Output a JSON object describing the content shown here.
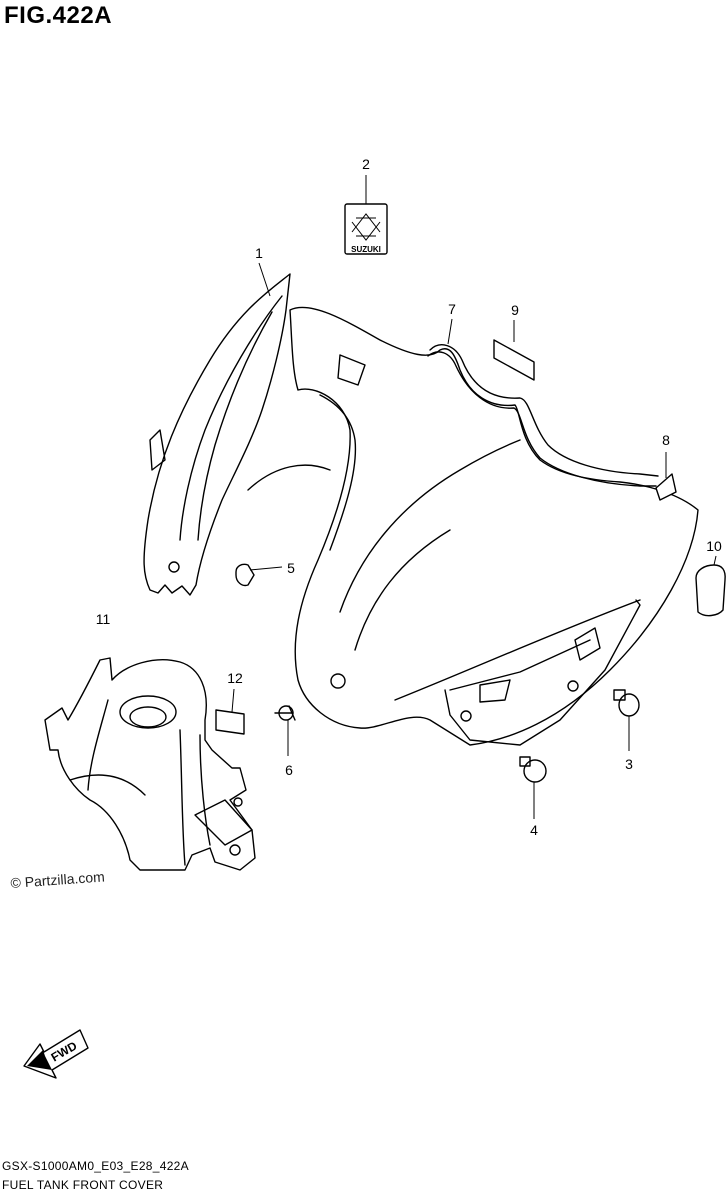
{
  "figure": {
    "title": "FIG.422A",
    "model_code": "GSX-S1000AM0_E03_E28_422A",
    "name": "FUEL TANK FRONT COVER",
    "copyright": "© Partzilla.com"
  },
  "emblem": {
    "text": "SUZUKI"
  },
  "arrow": {
    "text": "FWD"
  },
  "callouts": [
    {
      "id": "1",
      "label": "1"
    },
    {
      "id": "2",
      "label": "2"
    },
    {
      "id": "3",
      "label": "3"
    },
    {
      "id": "4",
      "label": "4"
    },
    {
      "id": "5",
      "label": "5"
    },
    {
      "id": "6",
      "label": "6"
    },
    {
      "id": "7",
      "label": "7"
    },
    {
      "id": "8",
      "label": "8"
    },
    {
      "id": "9",
      "label": "9"
    },
    {
      "id": "10",
      "label": "10"
    },
    {
      "id": "11",
      "label": "11"
    },
    {
      "id": "12",
      "label": "12"
    }
  ]
}
